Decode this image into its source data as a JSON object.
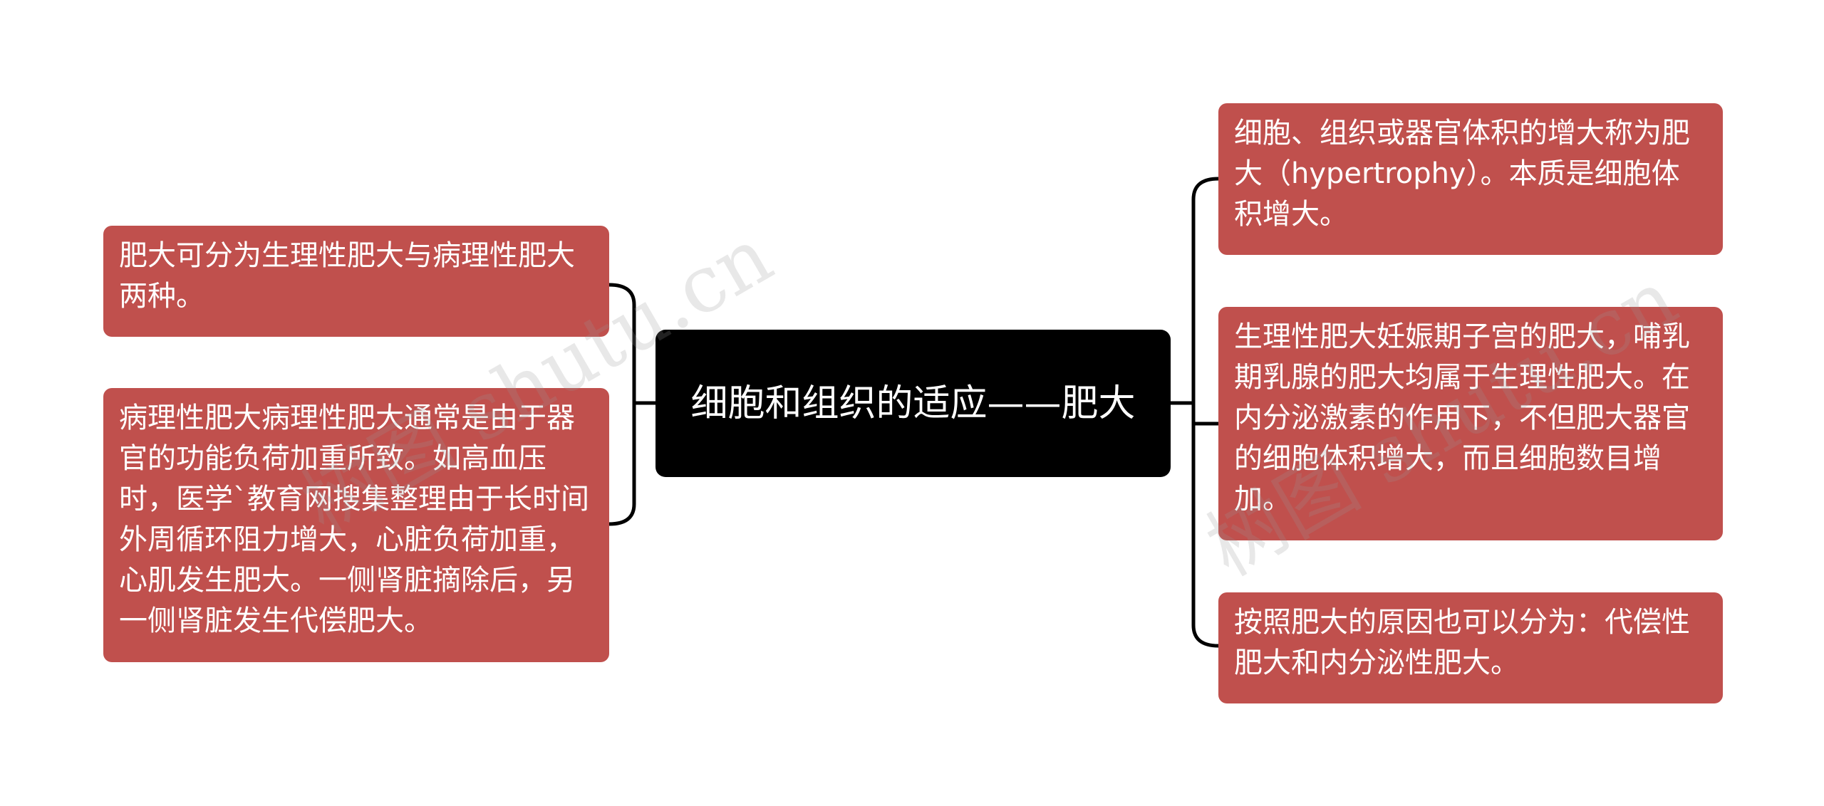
{
  "center": {
    "title": "细胞和组织的适应——肥大"
  },
  "left_nodes": [
    {
      "text": "肥大可分为生理性肥大与病理性肥大两种。"
    },
    {
      "text": "病理性肥大病理性肥大通常是由于器官的功能负荷加重所致。如高血压时，医学`教育网搜集整理由于长时间外周循环阻力增大，心脏负荷加重，心肌发生肥大。一侧肾脏摘除后，另一侧肾脏发生代偿肥大。"
    }
  ],
  "right_nodes": [
    {
      "text": "细胞、组织或器官体积的增大称为肥大（hypertrophy）。本质是细胞体积增大。"
    },
    {
      "text": "生理性肥大妊娠期子宫的肥大，哺乳期乳腺的肥大均属于生理性肥大。在内分泌激素的作用下，不但肥大器官的细胞体积增大，而且细胞数目增加。"
    },
    {
      "text": "按照肥大的原因也可以分为：代偿性肥大和内分泌性肥大。"
    }
  ],
  "watermark": {
    "left": "树图 shutu.cn",
    "right": "树图 shutu.cn"
  },
  "colors": {
    "node_fill": "#c0504d",
    "center_fill": "#000000",
    "connector": "#000000",
    "text": "#ffffff"
  }
}
